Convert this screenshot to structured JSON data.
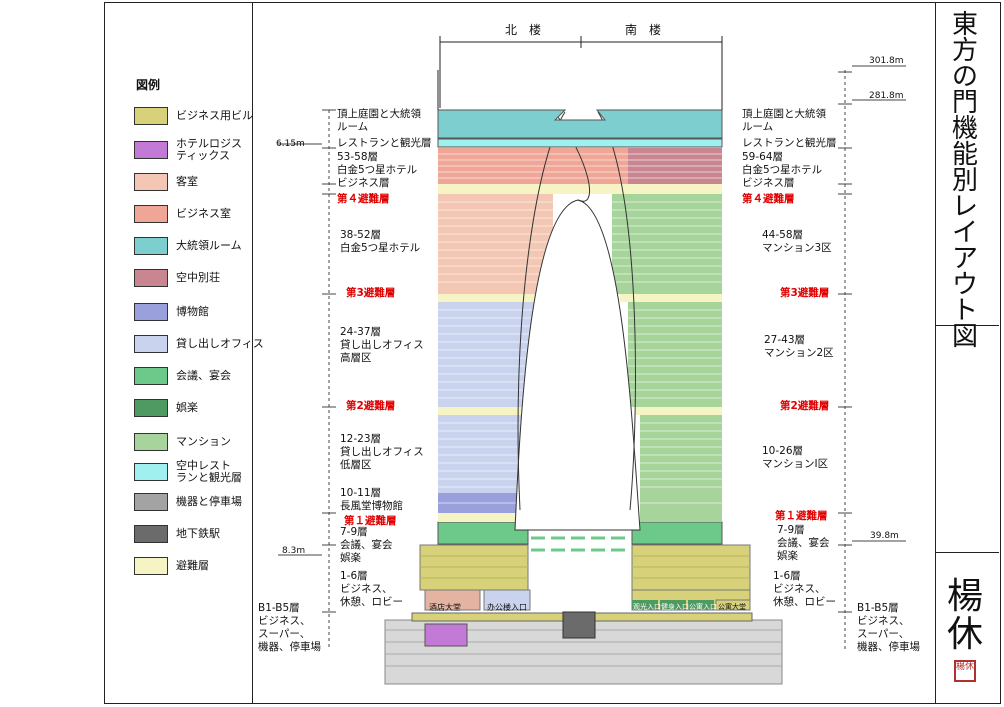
{
  "title": "東方の門機能別レイアウト図",
  "signature": "楊休",
  "seal": "楊休",
  "legend": {
    "title": "図例",
    "items": [
      {
        "label": "ビジネス用ビル",
        "color": "#d7d27a"
      },
      {
        "label": "ホテルロジス\nティックス",
        "color": "#c27ad6"
      },
      {
        "label": "客室",
        "color": "#f3c7b4"
      },
      {
        "label": "ビジネス室",
        "color": "#f0a697"
      },
      {
        "label": "大統領ルーム",
        "color": "#7dcfcf"
      },
      {
        "label": "空中別荘",
        "color": "#c98590"
      },
      {
        "label": "博物館",
        "color": "#9aa0dc"
      },
      {
        "label": "貸し出しオフィス",
        "color": "#c9d3ee"
      },
      {
        "label": "会議、宴会",
        "color": "#6dc98a"
      },
      {
        "label": "娯楽",
        "color": "#4f9a62"
      },
      {
        "label": "マンション",
        "color": "#a6d49a"
      },
      {
        "label": "空中レスト\nランと観光層",
        "color": "#9ff0ee"
      },
      {
        "label": "機器と停車場",
        "color": "#a3a3a3"
      },
      {
        "label": "地下鉄駅",
        "color": "#6b6b6b"
      },
      {
        "label": "避難層",
        "color": "#f6f3c4"
      }
    ]
  },
  "header": {
    "north": "北　楼",
    "south": "南　楼"
  },
  "heights": {
    "h1": "301.8m",
    "h2": "281.8m",
    "h3": "6.15m",
    "h4": "39.8m",
    "h5": "8.3m"
  },
  "left_labels": {
    "top": "頂上庭園と大統領\nルーム",
    "restaurant": "レストランと観光層",
    "hotel_upper": "53-58層\n白金5つ星ホテル\nビジネス層",
    "refuge4": "第４避難層",
    "hotel_lower": "38-52層\n白金5つ星ホテル",
    "refuge3": "第3避難層",
    "office_high": "24-37層\n貸し出しオフィス\n高層区",
    "refuge2": "第2避難層",
    "office_low": "12-23層\n貸し出しオフィス\n低層区",
    "museum": "10-11層\n長風堂博物館",
    "refuge1": "第１避難層",
    "conf": "7-9層\n会議、宴会\n娯楽",
    "business": "1-6層\nビジネス、\n休憩、ロビー",
    "basement": "B1-B5層\nビジネス、\nスーパー、\n機器、停車場"
  },
  "right_labels": {
    "top": "頂上庭園と大統領\nルーム",
    "restaurant": "レストランと観光層",
    "hotel": "59-64層\n白金5つ星ホテル\nビジネス層",
    "refuge4": "第４避難層",
    "mansion3": "44-58層\nマンション3区",
    "refuge3": "第3避難層",
    "mansion2": "27-43層\nマンション2区",
    "refuge2": "第2避難層",
    "mansion1": "10-26層\nマンションⅠ区",
    "refuge1": "第１避難層",
    "conf": "7-9層\n会議、宴会\n娯楽",
    "business": "1-6層\nビジネス、\n休憩、ロビー",
    "basement": "B1-B5層\nビジネス、\nスーパー、\n機器、停車場"
  },
  "entrances": {
    "hotel_hall": "酒店大堂",
    "office_entry": "办公楼入口",
    "sightseeing": "观光入口",
    "fitness": "健身入口",
    "apartment_entry": "公寓入口",
    "apartment_hall": "公寓大堂"
  }
}
